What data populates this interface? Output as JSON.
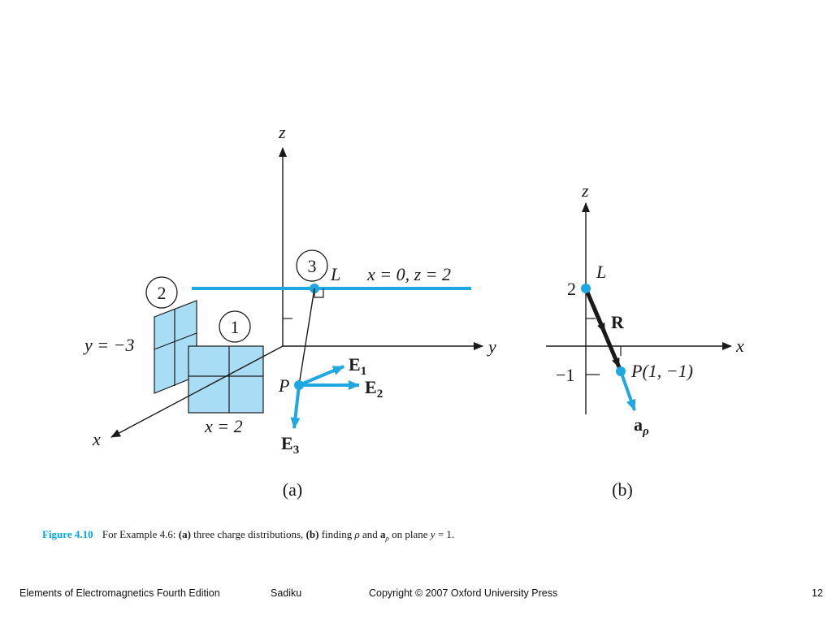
{
  "colors": {
    "accent": "#1ea7e1",
    "sheet_fill": "#a9dcf5",
    "caption_accent": "#00a7e0",
    "ink": "#1a1a1a"
  },
  "panel_a": {
    "axis_z": "z",
    "axis_y": "y",
    "axis_x": "x",
    "circle_2": "2",
    "circle_1": "1",
    "circle_3": "3",
    "label_L": "L",
    "line_eq": "x = 0, z = 2",
    "plane_y": "y = −3",
    "plane_x": "x = 2",
    "point_P": "P",
    "vec_E1": "E",
    "vec_E1_sub": "1",
    "vec_E2": "E",
    "vec_E2_sub": "2",
    "vec_E3": "E",
    "vec_E3_sub": "3",
    "panel_label": "(a)"
  },
  "panel_b": {
    "axis_z": "z",
    "axis_x": "x",
    "label_L": "L",
    "tick_2": "2",
    "tick_neg1": "−1",
    "vec_R": "R",
    "point_P": "P(1, −1)",
    "vec_a": "a",
    "vec_a_sub": "ρ",
    "panel_label": "(b)"
  },
  "caption": {
    "fig_label": "Figure 4.10",
    "text1": "For Example 4.6:",
    "bold_a": "(a)",
    "text2": "three charge distributions,",
    "bold_b": "(b)",
    "text3": "finding",
    "rho": "ρ",
    "text4": "and",
    "a_bold": "a",
    "a_sub": "ρ",
    "text5": "on plane",
    "y_var": "y",
    "text6": "= 1."
  },
  "footer": {
    "book": "Elements of Electromagnetics Fourth Edition",
    "author": "Sadiku",
    "copyright": "Copyright © 2007 Oxford University Press",
    "page": "12"
  }
}
